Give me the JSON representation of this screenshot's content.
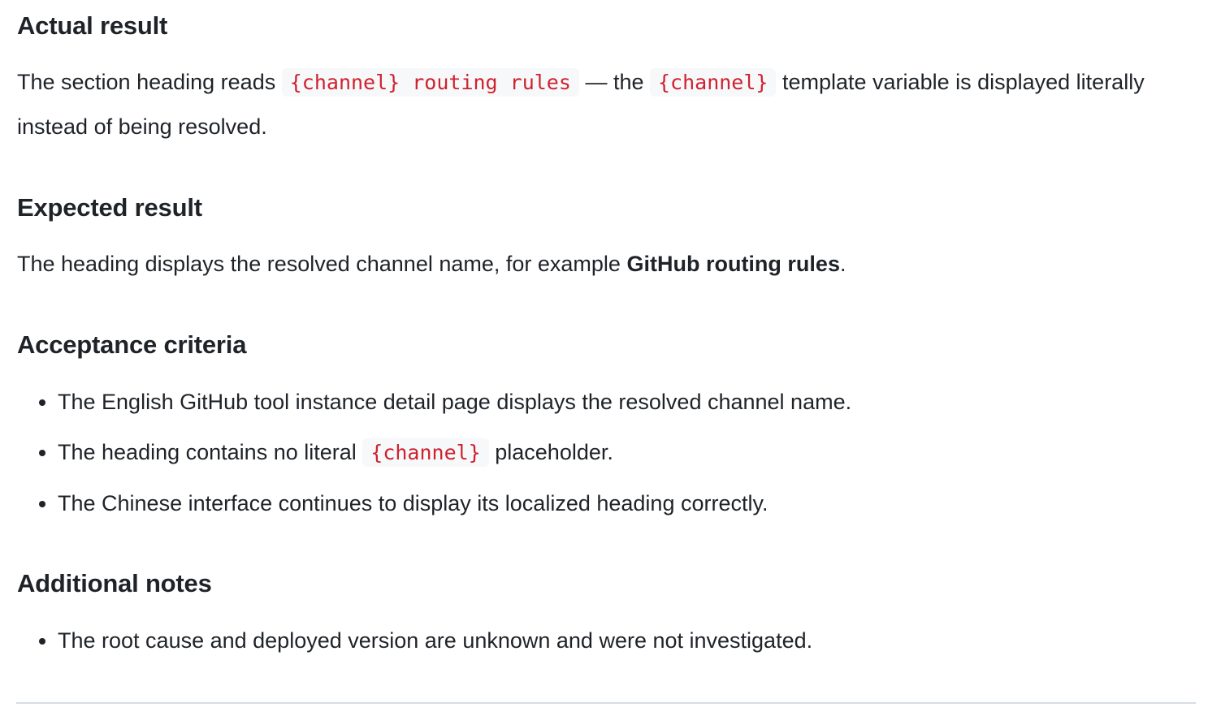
{
  "actual": {
    "heading": "Actual result",
    "text1": "The section heading reads",
    "code1": "{channel} routing rules",
    "text2": "— the",
    "code2": "{channel}",
    "text3": "template variable is displayed literally instead of being resolved."
  },
  "expected": {
    "heading": "Expected result",
    "text1": "The heading displays the resolved channel name, for example",
    "bold": "GitHub routing rules",
    "text2": "."
  },
  "criteria": {
    "heading": "Acceptance criteria",
    "item1": "The English GitHub tool instance detail page displays the resolved channel name.",
    "item2_pre": "The heading contains no literal",
    "item2_code": "{channel}",
    "item2_post": "placeholder.",
    "item3": "The Chinese interface continues to display its localized heading correctly."
  },
  "notes": {
    "heading": "Additional notes",
    "item1": "The root cause and deployed version are unknown and were not investigated."
  }
}
